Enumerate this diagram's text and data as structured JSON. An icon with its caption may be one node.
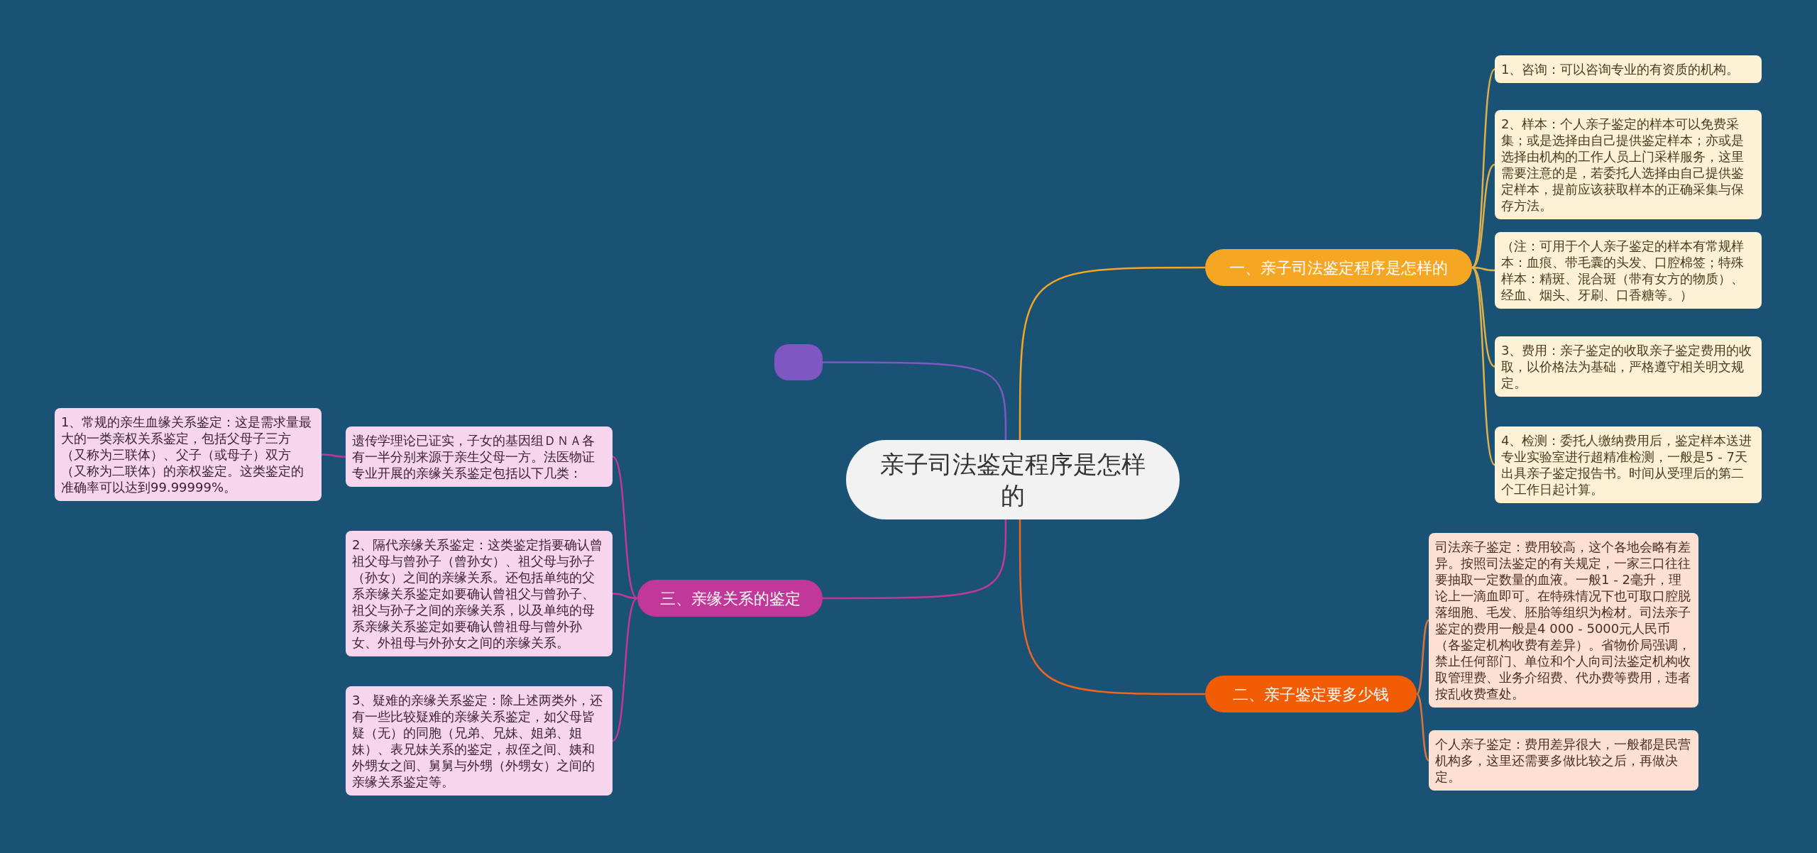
{
  "diagram": {
    "nodes": [
      {
        "text": [
          "亲子司法鉴定程序是怎样的"
        ]
      },
      {
        "text": [
          "一、亲子司法鉴定程序是怎样的"
        ]
      },
      {
        "text": [
          "1、咨询：可以咨询专业的有资质的机构。"
        ]
      },
      {
        "text": [
          "2、样本：个人亲子鉴定的样本可以免费采集；或是选择由自己提供鉴定样本；亦或是选择由机构的工作人员上门采样服务，这里需要注意的是，若委托人选择由自己提供鉴定样本，提前应该获取样本的正确采集与保存方法。"
        ]
      },
      {
        "text": [
          "（注：可用于个人亲子鉴定的样本有常规样本：血痕、带毛囊的头发、口腔棉签；特殊样本：精斑、混合斑（带有女方的物质）、经血、烟头、牙刷、口香糖等。）"
        ]
      },
      {
        "text": [
          "3、费用：亲子鉴定的收取亲子鉴定费用的收取，以价格法为基础，严格遵守相关明文规定。"
        ]
      },
      {
        "text": [
          "4、检测：委托人缴纳费用后，鉴定样本送进专业实验室进行超精准检测，一般是5 - 7天出具亲子鉴定报告书。时间从受理后的第二个工作日起计算。"
        ]
      },
      {
        "text": [
          "二、亲子鉴定要多少钱"
        ]
      },
      {
        "text": [
          "司法亲子鉴定：费用较高，这个各地会略有差异。按照司法鉴定的有关规定，一家三口往往要抽取一定数量的血液。一般1 - 2毫升，理论上一滴血即可。在特殊情况下也可取口腔脱落细胞、毛发、胚胎等组织为检材。司法亲子鉴定的费用一般是4 000 - 5000元人民币（各鉴定机构收费有差异）。省物价局强调，禁止任何部门、单位和个人向司法鉴定机构收取管理费、业务介绍费、代办费等费用，违者按乱收费查处。"
        ]
      },
      {
        "text": [
          "个人亲子鉴定：费用差异很大，一般都是民营机构多，这里还需要多做比较之后，再做决定。"
        ]
      },
      {
        "text": [],
        "shape": "box"
      },
      {
        "text": [
          "三、亲缘关系的鉴定"
        ]
      },
      {
        "text": [
          "遗传学理论已证实，子女的基因组ＤＮＡ各有一半分别来源于亲生父母一方。法医物证专业开展的亲缘关系鉴定包括以下几类："
        ]
      },
      {
        "text": [
          "1、常规的亲生血缘关系鉴定：这是需求量最大的一类亲权关系鉴定，包括父母子三方（又称为三联体）、父子（或母子）双方（又称为二联体）的亲权鉴定。这类鉴定的准确率可以达到99.99999%。"
        ]
      },
      {
        "text": [
          "2、隔代亲缘关系鉴定：这类鉴定指要确认曾祖父母与曾孙子（曾孙女）、祖父母与孙子（孙女）之间的亲缘关系。还包括单纯的父系亲缘关系鉴定如要确认曾祖父与曾孙子、祖父与孙子之间的亲缘关系，以及单纯的母系亲缘关系鉴定如要确认曾祖母与曾外孙女、外祖母与外孙女之间的亲缘关系。"
        ]
      },
      {
        "text": [
          "3、疑难的亲缘关系鉴定：除上述两类外，还有一些比较疑难的亲缘关系鉴定，如父母皆疑（无）的同胞（兄弟、兄妹、姐弟、姐妹）、表兄妹关系的鉴定，叔侄之间、姨和外甥女之间、舅舅与外甥（外甥女）之间的亲缘关系鉴定等。"
        ]
      }
    ],
    "edges": [
      {
        "from": 0,
        "to": 1,
        "arrow": "none",
        "color": "#f5a623"
      },
      {
        "from": 1,
        "to": 2,
        "arrow": "none",
        "color": "#e0b04a"
      },
      {
        "from": 1,
        "to": 3,
        "arrow": "none",
        "color": "#e0b04a"
      },
      {
        "from": 1,
        "to": 4,
        "arrow": "none",
        "color": "#e0b04a"
      },
      {
        "from": 1,
        "to": 5,
        "arrow": "none",
        "color": "#e0b04a"
      },
      {
        "from": 1,
        "to": 6,
        "arrow": "none",
        "color": "#e0b04a"
      },
      {
        "from": 0,
        "to": 7,
        "arrow": "none",
        "color": "#f0651e"
      },
      {
        "from": 7,
        "to": 8,
        "arrow": "none",
        "color": "#d9733a"
      },
      {
        "from": 7,
        "to": 9,
        "arrow": "none",
        "color": "#d9733a"
      },
      {
        "from": 0,
        "to": 10,
        "arrow": "none",
        "color": "#7e57c2"
      },
      {
        "from": 0,
        "to": 11,
        "arrow": "none",
        "color": "#c2379a"
      },
      {
        "from": 11,
        "to": 12,
        "arrow": "none",
        "color": "#c2379a"
      },
      {
        "from": 11,
        "to": 14,
        "arrow": "none",
        "color": "#c2379a"
      },
      {
        "from": 11,
        "to": 15,
        "arrow": "none",
        "color": "#c2379a"
      },
      {
        "from": 12,
        "to": 13,
        "arrow": "none",
        "color": "#c2379a"
      }
    ]
  }
}
